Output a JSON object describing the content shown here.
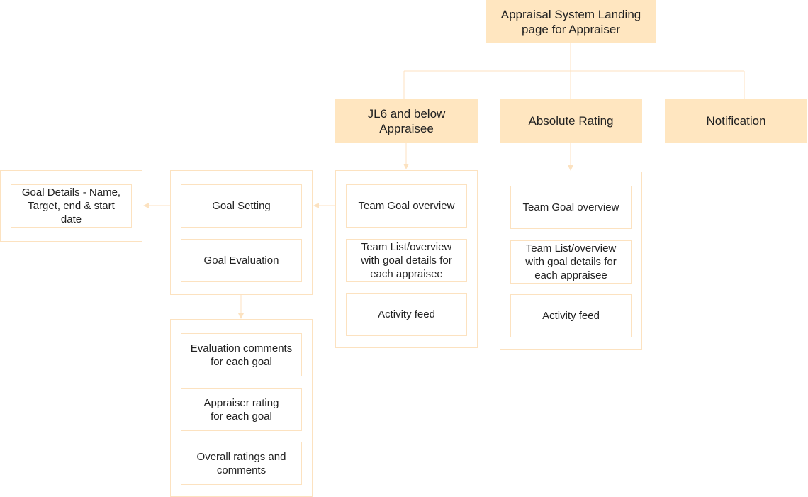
{
  "colors": {
    "accent_fill": "#ffe6c0",
    "line": "#fce2c0"
  },
  "root": {
    "label": "Appraisal System Landing page for Appraiser"
  },
  "sections": {
    "jl6": {
      "label": "JL6 and below Appraisee"
    },
    "absolute": {
      "label": "Absolute Rating"
    },
    "notification": {
      "label": "Notification"
    }
  },
  "jl6_group": {
    "items": [
      "Team Goal overview",
      "Team List/overview with goal details for each appraisee",
      "Activity feed"
    ]
  },
  "absolute_group": {
    "items": [
      "Team Goal overview",
      "Team List/overview with goal details for each appraisee",
      "Activity feed"
    ]
  },
  "goal_group": {
    "items": [
      "Goal Setting",
      "Goal Evaluation"
    ]
  },
  "goal_details_group": {
    "items": [
      "Goal Details - Name, Target, end & start date"
    ]
  },
  "evaluation_group": {
    "items": [
      "Evaluation comments for each goal",
      "Appraiser rating for each goal",
      "Overall ratings and comments"
    ]
  }
}
